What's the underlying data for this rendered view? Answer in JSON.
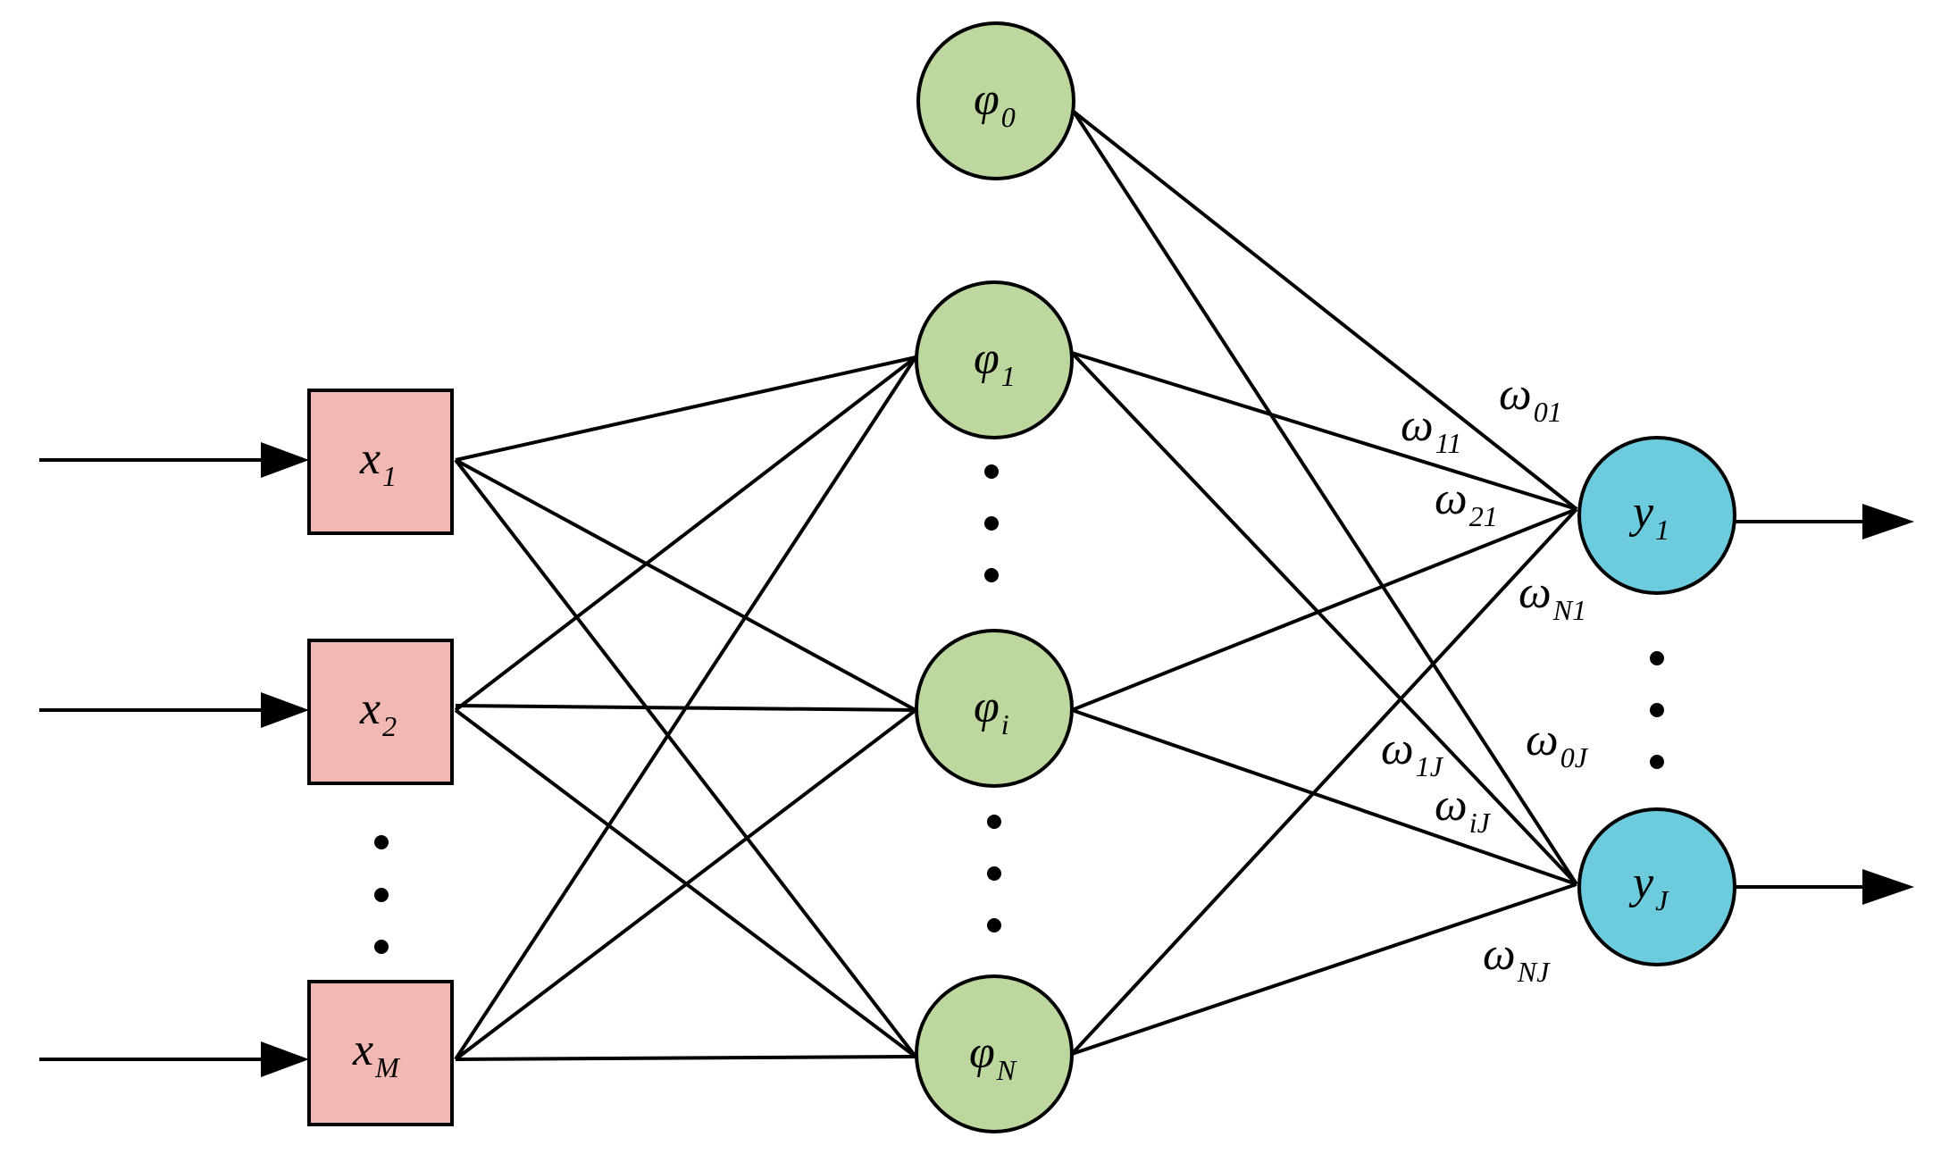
{
  "colors": {
    "input_fill": "#f2b8b4",
    "hidden_fill": "#bdd89e",
    "output_fill": "#6ccbdc",
    "stroke": "#000000"
  },
  "inputs": [
    {
      "id": "x1",
      "main": "x",
      "sub": "1"
    },
    {
      "id": "x2",
      "main": "x",
      "sub": "2"
    },
    {
      "id": "xM",
      "main": "x",
      "sub": "M"
    }
  ],
  "hidden": [
    {
      "id": "h0",
      "main": "φ",
      "sub": "0"
    },
    {
      "id": "h1",
      "main": "φ",
      "sub": "1"
    },
    {
      "id": "hi",
      "main": "φ",
      "sub": "i"
    },
    {
      "id": "hN",
      "main": "φ",
      "sub": "N"
    }
  ],
  "outputs": [
    {
      "id": "y1",
      "main": "y",
      "sub": "1"
    },
    {
      "id": "yJ",
      "main": "y",
      "sub": "J"
    }
  ],
  "weights": [
    {
      "id": "w01",
      "main": "ω",
      "sub": "01"
    },
    {
      "id": "w11",
      "main": "ω",
      "sub": "11"
    },
    {
      "id": "w21",
      "main": "ω",
      "sub": "21"
    },
    {
      "id": "wN1",
      "main": "ω",
      "sub": "N1"
    },
    {
      "id": "w1J",
      "main": "ω",
      "sub": "1J"
    },
    {
      "id": "w0J",
      "main": "ω",
      "sub": "0J"
    },
    {
      "id": "wiJ",
      "main": "ω",
      "sub": "iJ"
    },
    {
      "id": "wNJ",
      "main": "ω",
      "sub": "NJ"
    }
  ]
}
